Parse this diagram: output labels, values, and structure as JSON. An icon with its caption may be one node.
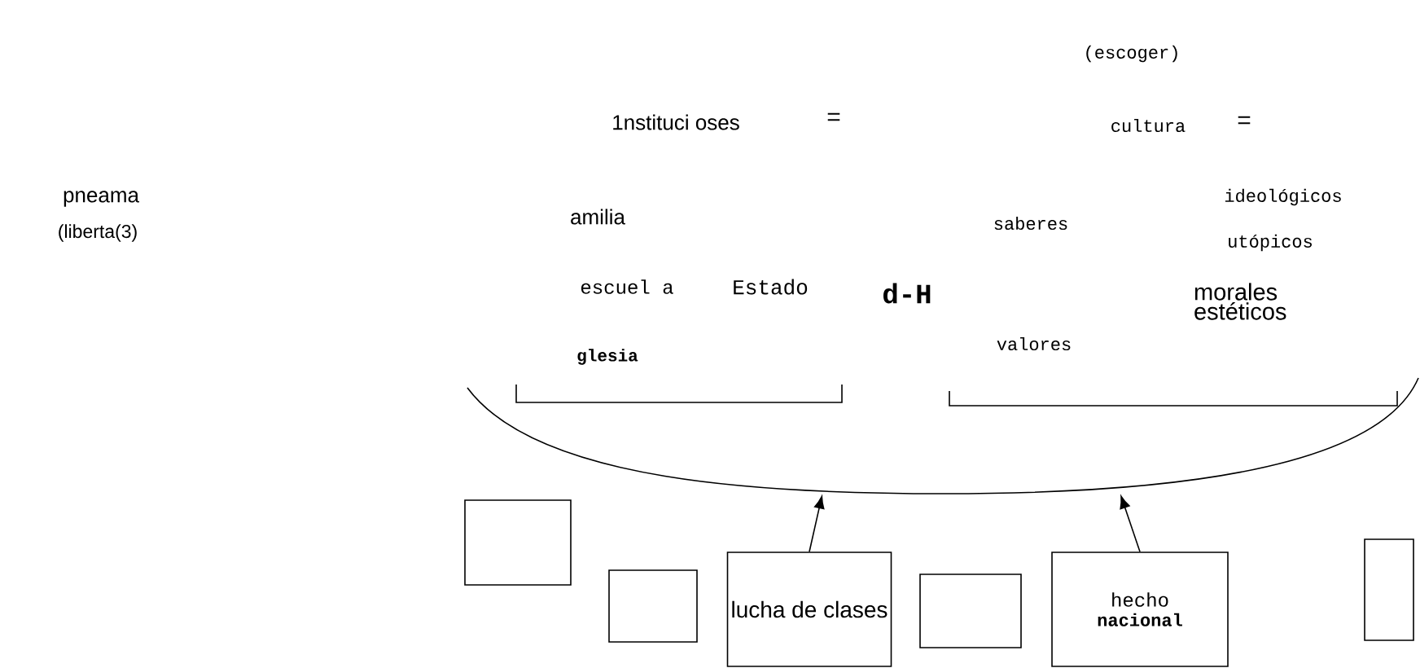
{
  "diagram": {
    "nodes": [
      {
        "text": [],
        "shape": "arc"
      },
      {
        "text": [],
        "shape": "box"
      },
      {
        "text": [],
        "shape": "box"
      },
      {
        "text": [
          "lucha de clases"
        ]
      },
      {
        "text": [],
        "shape": "box"
      },
      {
        "text": [
          "hecho",
          "nacional"
        ]
      },
      {
        "text": [],
        "shape": "box"
      }
    ],
    "edges": [
      {
        "from": 3,
        "to": 0,
        "arrow": "to"
      },
      {
        "from": 5,
        "to": 0,
        "arrow": "to"
      }
    ],
    "labels": [
      "(escoger)",
      "1nstituci oses",
      "=",
      "cultura",
      "=",
      "pneama",
      "(liberta(3)",
      "ideológicos",
      "amilia",
      "saberes",
      "utópicos",
      "escuel a",
      "Estado",
      "d-H",
      "morales estéticos",
      "valores",
      "glesia"
    ]
  }
}
